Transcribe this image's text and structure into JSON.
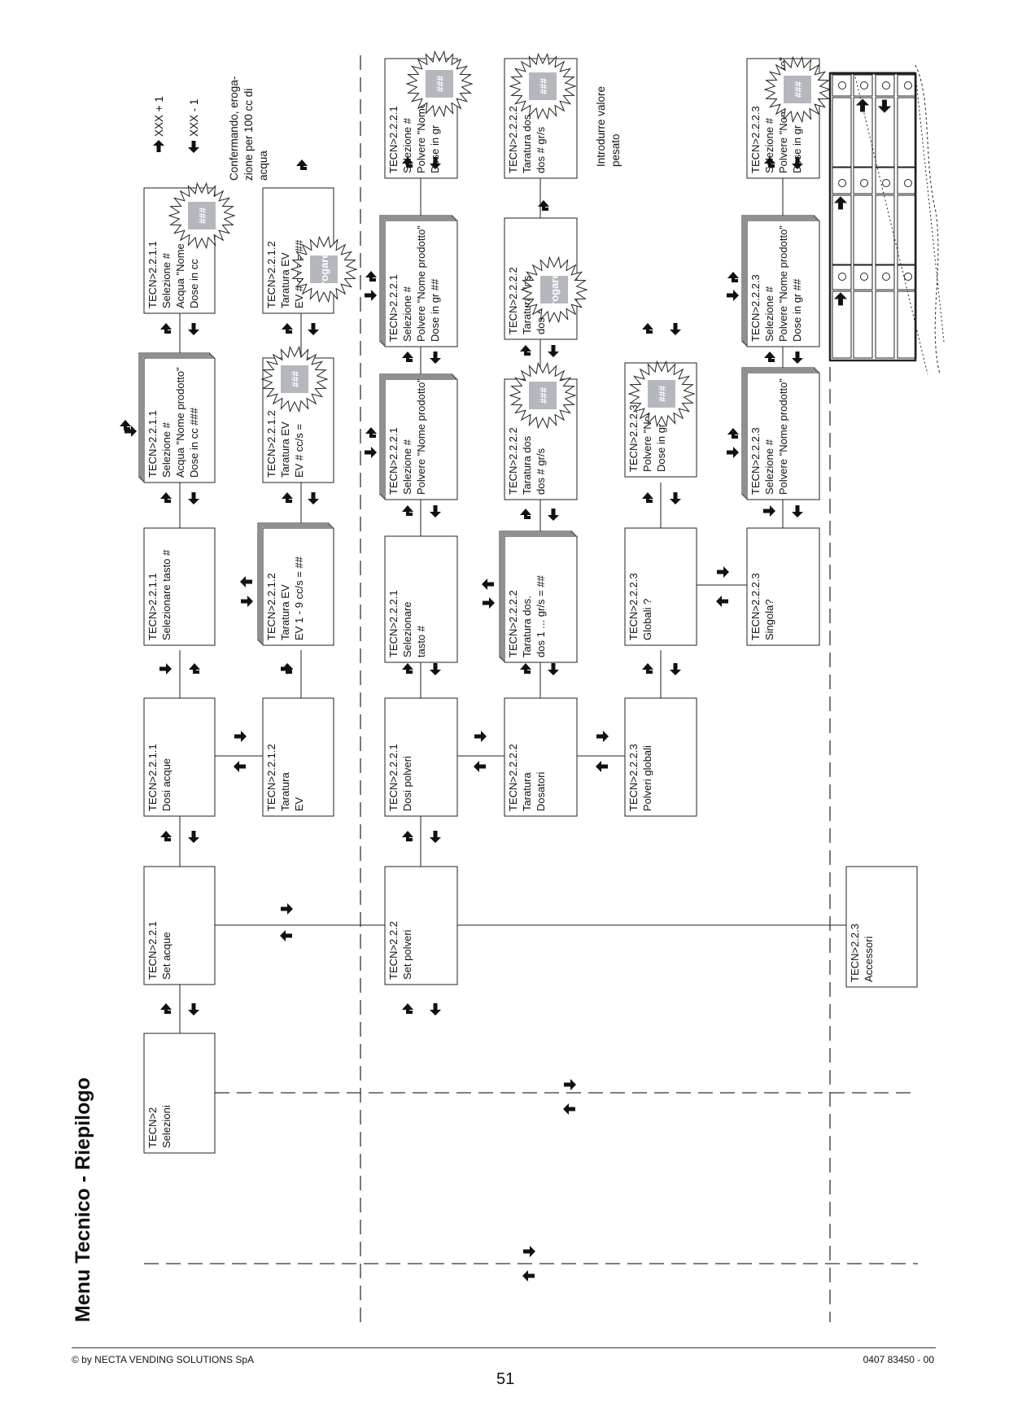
{
  "title": "Menu  Tecnico  - Riepilogo",
  "footer": {
    "copyright": "© by NECTA VENDING SOLUTIONS SpA",
    "page_number": "51",
    "doc_number": "0407 83450 - 00"
  },
  "blinking_value": "###",
  "boxes": {
    "selezioni": [
      "TECN>2",
      "Selezioni"
    ],
    "set_acque": [
      "TECN>2.2.1",
      "Set acque"
    ],
    "set_polveri": [
      "TECN>2.2.2",
      "Set  polveri"
    ],
    "accessori": [
      "TECN>2.2.3",
      "Accessori"
    ],
    "dosi_acque": [
      "TECN>2.2.1.1",
      "Dosi acque"
    ],
    "taratura_ev": [
      "TECN>2.2.1.2",
      "Taratura",
      "EV"
    ],
    "sel_tasto_acque": [
      "TECN>2.2.1.1",
      "Selezionare tasto  #"
    ],
    "taratura_ev_list": [
      "TECN>2.2.1.2",
      "Taratura EV",
      "EV 1 - 9  cc/s = ##"
    ],
    "acque_selezione": [
      "TECN>2.2.1.1",
      "Selezione   #",
      "Acqua \"Nome prodotto\"",
      "Dose in cc          ###"
    ],
    "acque_edit": [
      "TECN>2.2.1.1",
      "Selezione   #",
      "Acqua \"Nome",
      "Dose in cc"
    ],
    "ev_edit": [
      "TECN>2.2.1.2",
      "Taratura EV",
      "EV #  cc/s ="
    ],
    "ev_erogare": [
      "TECN>2.2.1.2",
      "Taratura EV",
      "EV #  cc/s = ##"
    ],
    "dosi_polveri": [
      "TECN>2.2.2.1",
      "Dosi polveri"
    ],
    "taratura_dosatori": [
      "TECN>2.2.2.2",
      "Taratura",
      "Dosatori"
    ],
    "polveri_globali": [
      "TECN>2.2.2.3",
      "Polveri globali"
    ],
    "sel_tasto_polveri": [
      "TECN>2.2.2.1",
      "Selezionare",
      "tasto  #"
    ],
    "taratura_dos_list": [
      "TECN>2.2.2.2",
      "Taratura dos.",
      "dos 1 ...  gr/s = ##"
    ],
    "globali": [
      "TECN>2.2.2.3",
      "Globali ?"
    ],
    "singola": [
      "TECN>2.2.2.3",
      "Singola?"
    ],
    "polveri_selezione": [
      "TECN>2.2.2.1",
      "Selezione   #",
      "Polvere \"Nome prodotto\""
    ],
    "dos_edit": [
      "TECN>2.2.2.2",
      "Taratura dos",
      "dos #  gr/s"
    ],
    "polvere_globale_edit": [
      "TECN>2.2.2.3",
      "Polvere \"Nome",
      "Dose in gr"
    ],
    "singola_selezione": [
      "TECN>2.2.2.3",
      "Selezione   #",
      "Polvere \"Nome prodotto\""
    ],
    "polveri_dose": [
      "TECN>2.2.2.1",
      "Selezione   #",
      "Polvere \"Nome prodotto\"",
      "Dose in gr         ##"
    ],
    "dos_erogare": [
      "TECN>2.2.2.2",
      "Taratura dos",
      "dos #  gr/s"
    ],
    "singola_dose": [
      "TECN>2.2.2.3",
      "Selezione   #",
      "Polvere \"Nome prodotto\"",
      "Dose in gr         ##"
    ],
    "polveri_dose_edit": [
      "TECN>2.2.2.1",
      "Selezione   #",
      "Polvere \"Nome",
      "Dose in gr"
    ],
    "dos_valore": [
      "TECN>2.2.2.2",
      "Taratura dos",
      "dos #  gr/s"
    ],
    "singola_dose_edit": [
      "TECN>2.2.2.3",
      "Selezione   #",
      "Polvere \"Nome prodotto\"",
      "Dose in gr"
    ]
  },
  "erogare_label": "Erogare?",
  "notes": {
    "xxx_plus": "XXX + 1",
    "xxx_minus": "XXX - 1",
    "confermando": [
      "Confermando, eroga-",
      "zione per 100 cc di",
      "acqua"
    ],
    "introdurre": [
      "Introdurre valore",
      "pesato"
    ]
  }
}
